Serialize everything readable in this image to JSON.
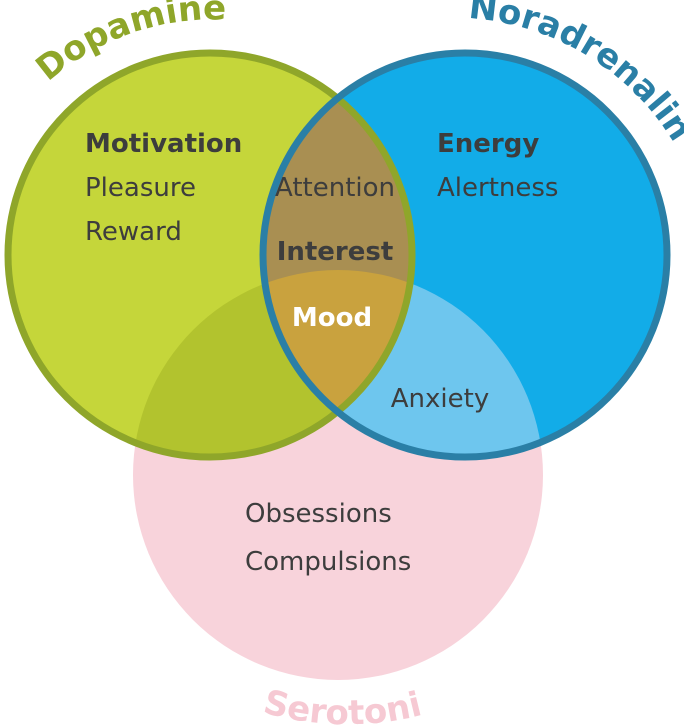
{
  "circles": {
    "dopamine": {
      "name": "Dopamine",
      "color": "#8fa62a",
      "fill": "#c5d63a"
    },
    "noradrenaline": {
      "name": "Noradrenaline",
      "color": "#2a7fa6",
      "fill": "#12ace8"
    },
    "serotonin": {
      "name": "Serotonin",
      "color": "#f6c9d3",
      "fill": "#f8d3db"
    }
  },
  "overlap_colors": {
    "dopamine_noradrenaline": "#a98f52",
    "dopamine_serotonin": "#b2c32e",
    "noradrenaline_serotonin": "#6ec6ee",
    "center": "#c9a23e"
  },
  "labels": {
    "dopamine_only": {
      "bold": "Motivation",
      "lines": [
        "Pleasure",
        "Reward"
      ]
    },
    "noradrenaline_only": {
      "bold": "Energy",
      "lines": [
        "Alertness"
      ]
    },
    "dopamine_noradrenaline": {
      "line": "Attention",
      "bold": "Interest"
    },
    "center": "Mood",
    "noradrenaline_serotonin": "Anxiety",
    "serotonin_only": [
      "Obsessions",
      "Compulsions"
    ]
  }
}
